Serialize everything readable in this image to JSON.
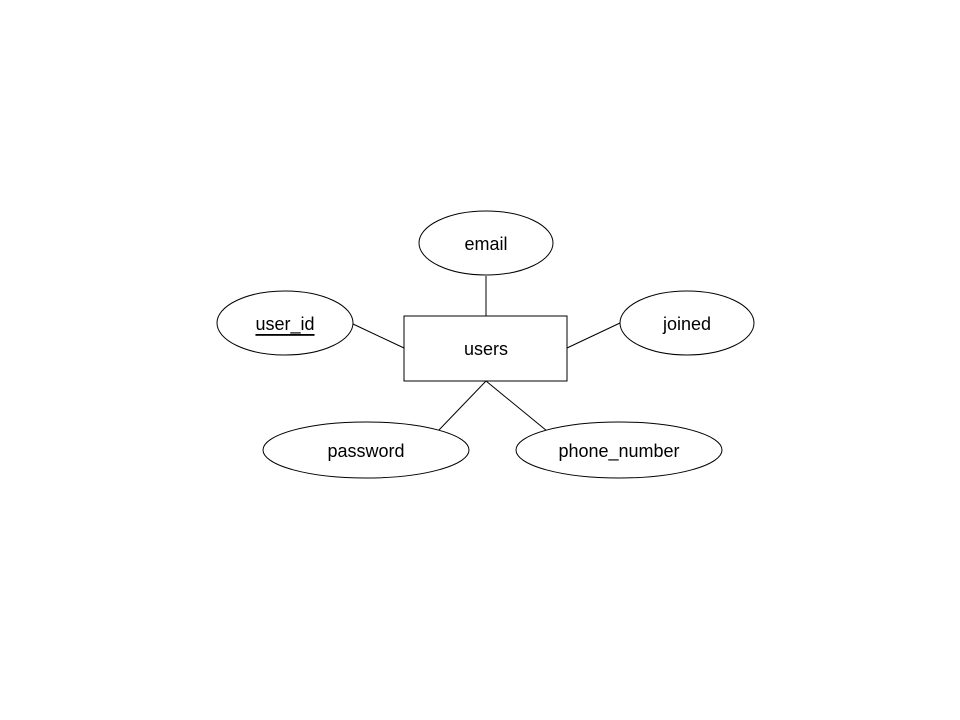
{
  "entity": {
    "name": "users"
  },
  "attributes": {
    "email": "email",
    "user_id": "user_id",
    "joined": "joined",
    "password": "password",
    "phone_number": "phone_number"
  },
  "primary_key": "user_id",
  "colors": {
    "stroke": "#000000",
    "fill": "#ffffff"
  }
}
